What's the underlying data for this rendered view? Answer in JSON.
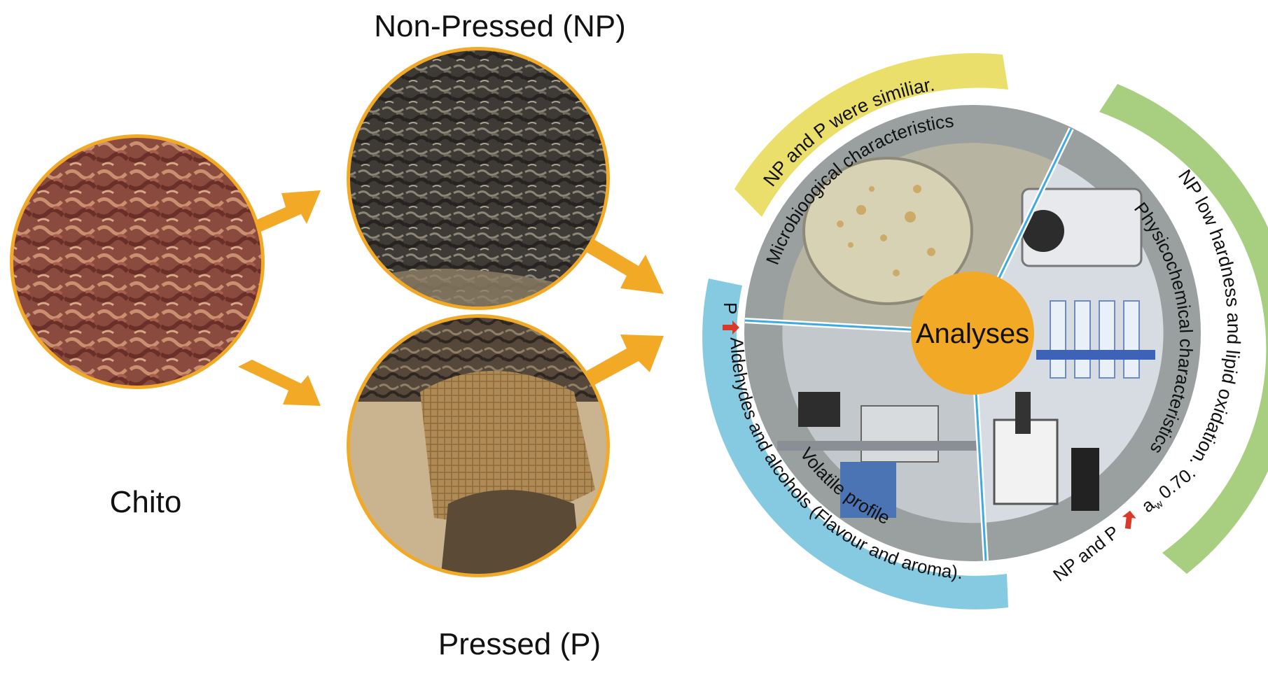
{
  "labels": {
    "chito": "Chito",
    "non_pressed": "Non-Pressed (NP)",
    "pressed": "Pressed (P)",
    "center": "Analyses"
  },
  "analyses": {
    "microbiological": {
      "title": "Microbioogical characteristics",
      "result": "NP and P were similiar."
    },
    "physicochemical": {
      "title": "Physicochemical characteristics",
      "result": "NP low hardness and lipid oxidation.",
      "result2_prefix": "NP and P",
      "result2_aw": "a",
      "result2_aw_sub": "w",
      "result2_value": "0.70."
    },
    "volatile": {
      "title": "Volatile profile",
      "result_prefix": "P",
      "result": "Aldehydes and alcohols (Flavour and aroma)."
    }
  },
  "colors": {
    "accent_orange": "#F2A926",
    "ring_yellow": "#EFE47A",
    "band_yellow": "#EADF6A",
    "ring_green": "#B3D48B",
    "band_green": "#A8CF80",
    "ring_blue": "#8ACCE3",
    "band_blue": "#86CAE2",
    "arrow_red": "#D8392B",
    "chito_fill": "#8A4A3E",
    "np_fill": "#4F4A44",
    "p_fill": "#8E7A58"
  },
  "icons": {
    "increase_arrow": "up-arrow-icon",
    "flow_arrow": "arrow-icon"
  }
}
